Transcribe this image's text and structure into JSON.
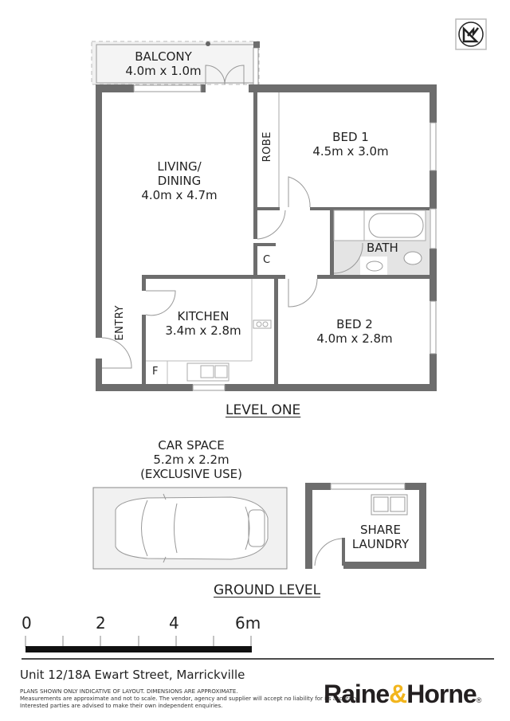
{
  "compass": {
    "icon": "north-arrow-icon"
  },
  "level_one": {
    "title": "LEVEL ONE",
    "rooms": [
      {
        "name": "BALCONY",
        "dims": "4.0m x 1.0m"
      },
      {
        "name": "LIVING/",
        "name2": "DINING",
        "dims": "4.0m x 4.7m"
      },
      {
        "name": "BED 1",
        "dims": "4.5m x 3.0m"
      },
      {
        "name": "ROBE"
      },
      {
        "name": "BATH"
      },
      {
        "name": "C"
      },
      {
        "name": "KITCHEN",
        "dims": "3.4m x 2.8m"
      },
      {
        "name": "F"
      },
      {
        "name": "ENTRY"
      },
      {
        "name": "BED 2",
        "dims": "4.0m x 2.8m"
      }
    ]
  },
  "ground_level": {
    "title": "GROUND LEVEL",
    "car_space": {
      "name": "CAR SPACE",
      "dims": "5.2m x 2.2m",
      "note": "(EXCLUSIVE USE)"
    },
    "laundry": {
      "name": "SHARE",
      "name2": "LAUNDRY"
    }
  },
  "scale_bar": {
    "labels": [
      "0",
      "2",
      "4",
      "6m"
    ]
  },
  "footer": {
    "address": "Unit 12/18A Ewart Street, Marrickville",
    "disclaimer": [
      "PLANS SHOWN ONLY INDICATIVE OF LAYOUT. DIMENSIONS ARE APPROXIMATE.",
      "Measurements are approximate and not to scale. The vendor, agency and supplier will accept no liability for its accuracy.",
      "Interested parties are advised to make their own independent enquiries."
    ],
    "logo": {
      "part1": "Raine",
      "amp": "&",
      "part2": "Horne",
      "reg": "®",
      "accent_color": "#f2b51c"
    }
  },
  "colors": {
    "wall": "#6d6d6d",
    "floor_grey": "#f1f1f1",
    "tile": "#e4e4e4"
  }
}
